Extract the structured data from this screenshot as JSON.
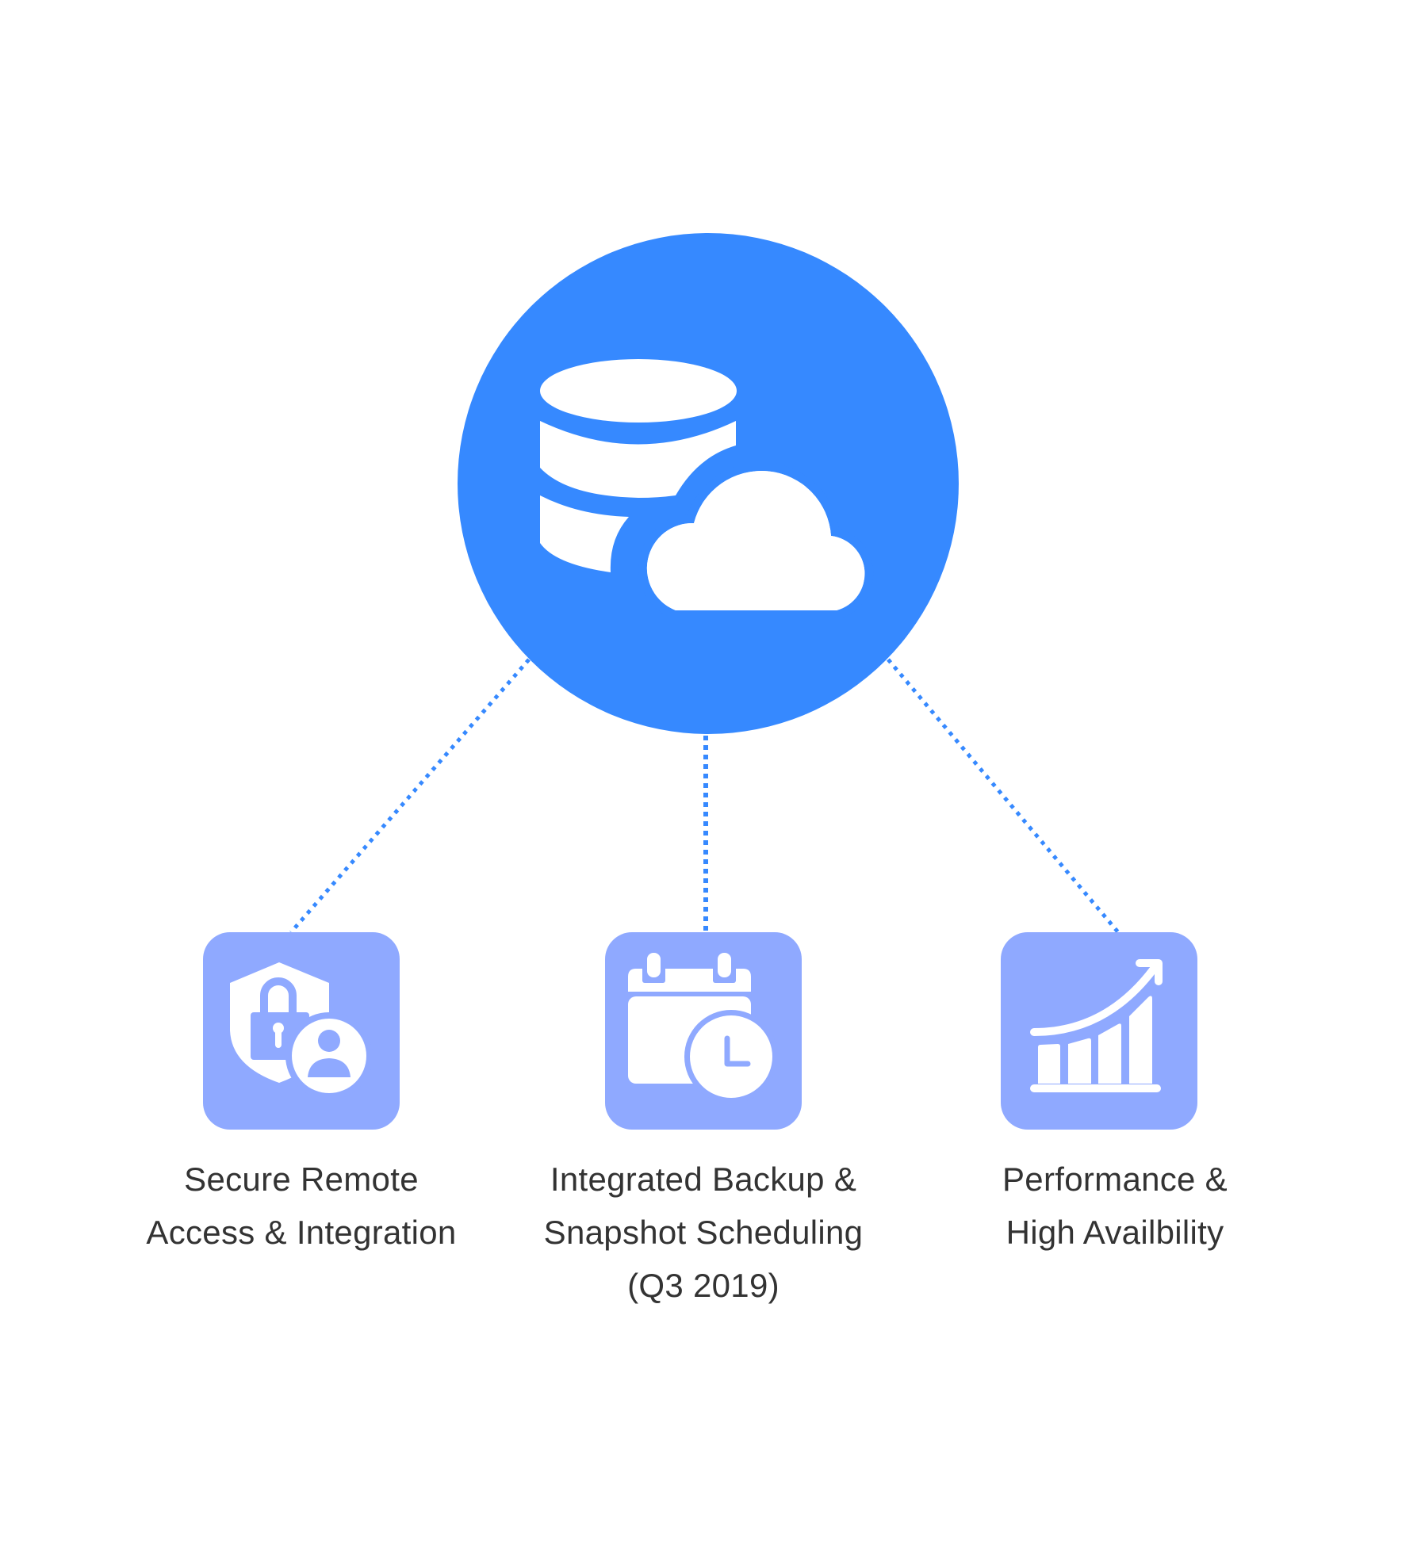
{
  "diagram": {
    "hub": {
      "icon": "database-cloud-icon",
      "color": "#3689FF"
    },
    "connector_color": "#3689FF",
    "tile_color": "#8FA9FF",
    "text_color": "#333333",
    "features": [
      {
        "icon": "shield-lock-user-icon",
        "lines": [
          "Secure Remote",
          "Access & Integration"
        ]
      },
      {
        "icon": "calendar-clock-icon",
        "lines": [
          "Integrated Backup &",
          "Snapshot Scheduling",
          "(Q3 2019)"
        ]
      },
      {
        "icon": "growth-chart-icon",
        "lines": [
          "Performance &",
          "High Availbility"
        ]
      }
    ]
  }
}
